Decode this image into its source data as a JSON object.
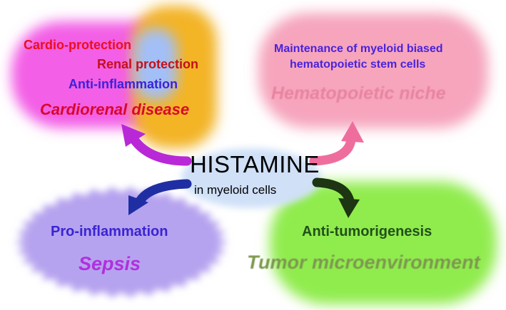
{
  "center": {
    "title": "HISTAMINE",
    "subtitle": "in myeloid cells",
    "color": "#cfe0f7"
  },
  "quadrants": {
    "cardiorenal": {
      "items": [
        "Cardio-protection",
        "Renal protection",
        "Anti-inflammation"
      ],
      "item_colors": [
        "#e8101e",
        "#c4101a",
        "#3b22d8"
      ],
      "label": "Cardiorenal disease",
      "label_color": "#d8082c",
      "blob_colors": [
        "#f35fe6",
        "#f3b428",
        "#a3bff7"
      ]
    },
    "hematopoietic": {
      "items": [
        "Maintenance of myeloid biased",
        "hematopoietic stem cells"
      ],
      "item_color": "#4a23db",
      "label": "Hematopoietic niche",
      "label_color": "#e884a0",
      "blob_color": "#f6a5bd"
    },
    "sepsis": {
      "items": [
        "Pro-inflammation"
      ],
      "item_color": "#3a24d2",
      "label": "Sepsis",
      "label_color": "#b030dd",
      "blob_color": "#b6a3ef"
    },
    "tumor": {
      "items": [
        "Anti-tumorigenesis"
      ],
      "item_color": "#22501a",
      "label": "Tumor microenvironment",
      "label_color": "#7d9850",
      "blob_color": "#90ec4d"
    }
  },
  "arrows": {
    "cardiorenal": "#b928d6",
    "hematopoietic": "#ef6d9d",
    "sepsis": "#1f2fa3",
    "tumor": "#1d3512"
  }
}
